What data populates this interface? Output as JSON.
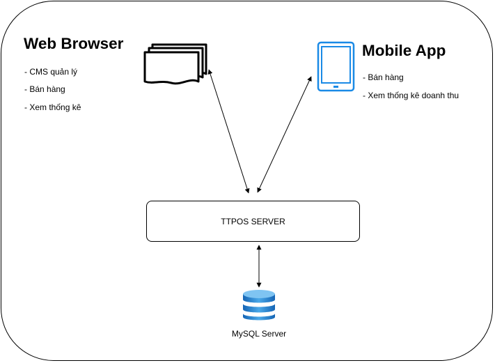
{
  "web_browser": {
    "title": "Web Browser",
    "features": [
      "- CMS quản lý",
      "- Bán hàng",
      "- Xem thống kê"
    ]
  },
  "mobile_app": {
    "title": "Mobile App",
    "features": [
      "- Bán hàng",
      "- Xem thống kê doanh thu"
    ]
  },
  "server": {
    "label": "TTPOS SERVER"
  },
  "database": {
    "label": "MySQL Server"
  },
  "icons": {
    "web": "document-stack-icon",
    "mobile": "tablet-icon",
    "db": "database-icon"
  },
  "colors": {
    "stroke": "#000000",
    "tablet_blue": "#1a8ae6",
    "db_blue_light": "#4aa8e8",
    "db_blue_dark": "#1565b5"
  }
}
